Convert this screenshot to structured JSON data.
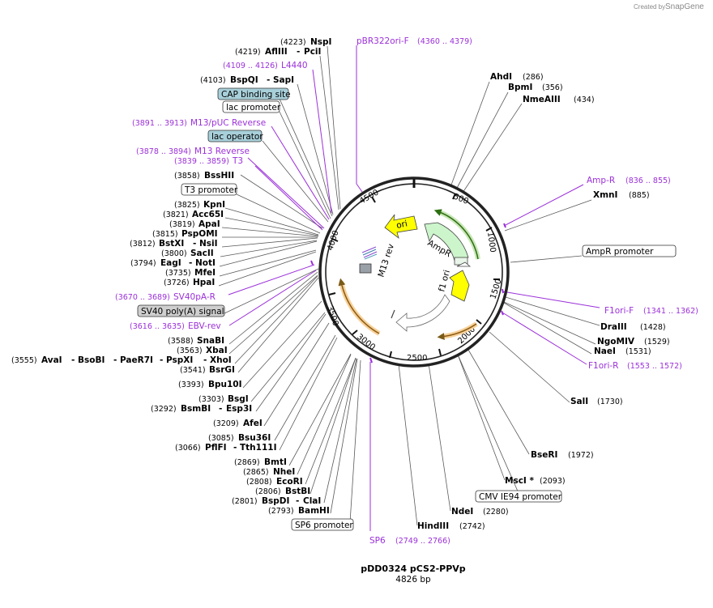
{
  "credit": {
    "prefix": "Created by",
    "brand": "SnapGene"
  },
  "plasmid": {
    "name": "pDD0324 pCS2-PPVp",
    "length_label": "4826 bp",
    "length": 4826
  },
  "ticks": [
    "500",
    "1000",
    "1500",
    "2000",
    "2500",
    "3000",
    "3500",
    "4000",
    "4500"
  ],
  "features": {
    "ori": "ori",
    "ampr": "AmpR",
    "f1ori": "f1 ori",
    "m13rev": "M13 rev"
  },
  "enzymes_right": [
    {
      "name": "AhdI",
      "pos": "(286)"
    },
    {
      "name": "BpmI",
      "pos": "(356)"
    },
    {
      "name": "NmeAIII",
      "pos": "(434)"
    },
    {
      "name": "XmnI",
      "pos": "(885)"
    },
    {
      "name": "DraIII",
      "pos": "(1428)"
    },
    {
      "name": "NgoMIV",
      "pos": "(1529)"
    },
    {
      "name": "NaeI",
      "pos": "(1531)"
    },
    {
      "name": "SalI",
      "pos": "(1730)"
    },
    {
      "name": "BseRI",
      "pos": "(1972)"
    },
    {
      "name": "MscI *",
      "pos": "(2093)"
    },
    {
      "name": "NdeI",
      "pos": "(2280)"
    },
    {
      "name": "HindIII",
      "pos": "(2742)"
    }
  ],
  "primers_right": [
    {
      "name": "Amp-R",
      "pos": "(836 .. 855)"
    },
    {
      "name": "F1ori-F",
      "pos": "(1341 .. 1362)"
    },
    {
      "name": "F1ori-R",
      "pos": "(1553 .. 1572)"
    }
  ],
  "boxes_right": [
    {
      "name": "AmpR promoter"
    },
    {
      "name": "CMV IE94 promoter"
    }
  ],
  "top_labels": {
    "nspi": {
      "pos": "(4223)",
      "name": "NspI"
    },
    "afliii": {
      "pos": "(4219)",
      "name": "AflIII",
      "name2": "PciI"
    },
    "pbr": {
      "name": "pBR322ori-F",
      "pos": "(4360 .. 4379)"
    },
    "l4440": {
      "pos": "(4109 .. 4126)",
      "name": "L4440"
    },
    "bspqi": {
      "pos": "(4103)",
      "name": "BspQI",
      "name2": "SapI"
    }
  },
  "left_labels": {
    "cap": "CAP binding site",
    "lacprom": "lac promoter",
    "m13puc": {
      "pos": "(3891 .. 3913)",
      "name": "M13/pUC Reverse"
    },
    "lacop": "lac operator",
    "m13rev": {
      "pos": "(3878 .. 3894)",
      "name": "M13 Reverse"
    },
    "t3": {
      "pos": "(3839 .. 3859)",
      "name": "T3"
    },
    "bsshii": {
      "pos": "(3858)",
      "name": "BssHII"
    },
    "t3prom": "T3 promoter",
    "kpni": {
      "pos": "(3825)",
      "name": "KpnI"
    },
    "acc65i": {
      "pos": "(3821)",
      "name": "Acc65I"
    },
    "apai": {
      "pos": "(3819)",
      "name": "ApaI"
    },
    "pspomi": {
      "pos": "(3815)",
      "name": "PspOMI"
    },
    "bstxi": {
      "pos": "(3812)",
      "name": "BstXI",
      "name2": "NsiI"
    },
    "sacii": {
      "pos": "(3800)",
      "name": "SacII"
    },
    "eagi": {
      "pos": "(3794)",
      "name": "EagI",
      "name2": "NotI"
    },
    "mfei": {
      "pos": "(3735)",
      "name": "MfeI"
    },
    "hpai": {
      "pos": "(3726)",
      "name": "HpaI"
    },
    "sv40pa": {
      "pos": "(3670 .. 3689)",
      "name": "SV40pA-R"
    },
    "sv40sig": "SV40 poly(A) signal",
    "ebv": {
      "pos": "(3616 .. 3635)",
      "name": "EBV-rev"
    },
    "snabi": {
      "pos": "(3588)",
      "name": "SnaBI"
    },
    "xbai": {
      "pos": "(3563)",
      "name": "XbaI"
    },
    "avai": {
      "pos": "(3555)",
      "name": "AvaI",
      "name2": "BsoBI",
      "name3": "PaeR7I",
      "name4": "PspXI",
      "name5": "XhoI"
    },
    "bsrgi": {
      "pos": "(3541)",
      "name": "BsrGI"
    },
    "bpu10i": {
      "pos": "(3393)",
      "name": "Bpu10I"
    },
    "bsgi": {
      "pos": "(3303)",
      "name": "BsgI"
    },
    "bsmbi": {
      "pos": "(3292)",
      "name": "BsmBI",
      "name2": "Esp3I"
    },
    "afei": {
      "pos": "(3209)",
      "name": "AfeI"
    },
    "bsu36i": {
      "pos": "(3085)",
      "name": "Bsu36I"
    },
    "pflfi": {
      "pos": "(3066)",
      "name": "PflFI",
      "name2": "Tth111I"
    },
    "bmti": {
      "pos": "(2869)",
      "name": "BmtI"
    },
    "nhei": {
      "pos": "(2865)",
      "name": "NheI"
    },
    "ecori": {
      "pos": "(2808)",
      "name": "EcoRI"
    },
    "bstbi": {
      "pos": "(2806)",
      "name": "BstBI"
    },
    "bspdi": {
      "pos": "(2801)",
      "name": "BspDI",
      "name2": "ClaI"
    },
    "bamhi": {
      "pos": "(2793)",
      "name": "BamHI"
    },
    "sp6prom": "SP6 promoter",
    "sp6": {
      "name": "SP6",
      "pos": "(2749 .. 2766)"
    }
  },
  "colors": {
    "primer": "#9b30d9",
    "ori": "#ffff00",
    "ampr": "#ccf5cc",
    "f1ori": "#ffff00",
    "promoter_box": "#a8d0da",
    "misc_box": "#cfcfcf",
    "orange": "#f2a63b",
    "green": "#6cc23f"
  }
}
